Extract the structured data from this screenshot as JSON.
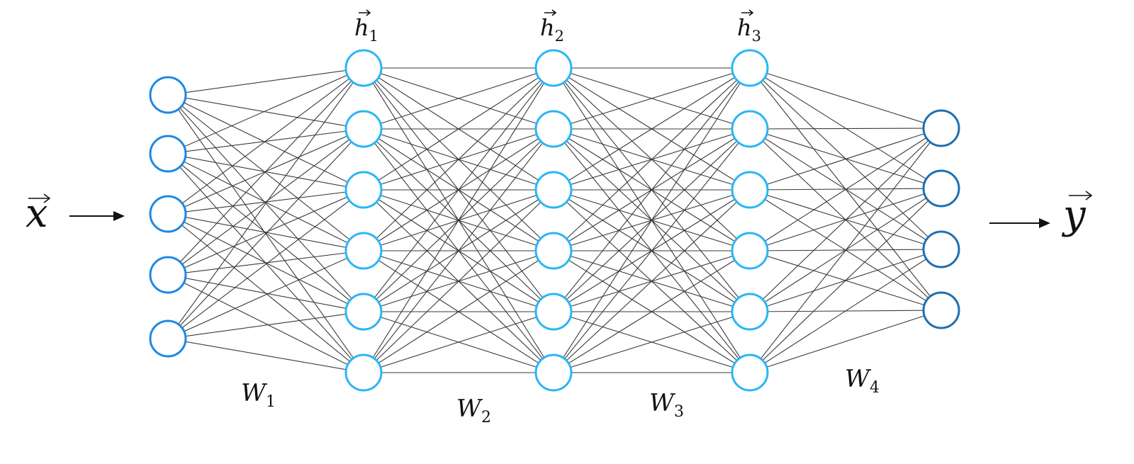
{
  "colors": {
    "edge": "#3a3a3a",
    "input_node": "#1e88e5",
    "hidden_node": "#29b6f6",
    "output_node": "#1e6fb0",
    "text": "#111111"
  },
  "network": {
    "layer_sizes": [
      5,
      6,
      6,
      6,
      4
    ],
    "fully_connected": true
  },
  "labels": {
    "input": {
      "base": "x",
      "vector": true
    },
    "output": {
      "base": "y",
      "vector": true
    },
    "hidden": [
      {
        "base": "h",
        "sub": "1",
        "vector": true
      },
      {
        "base": "h",
        "sub": "2",
        "vector": true
      },
      {
        "base": "h",
        "sub": "3",
        "vector": true
      }
    ],
    "weights": [
      {
        "base": "W",
        "sub": "1"
      },
      {
        "base": "W",
        "sub": "2"
      },
      {
        "base": "W",
        "sub": "3"
      },
      {
        "base": "W",
        "sub": "4"
      }
    ]
  }
}
